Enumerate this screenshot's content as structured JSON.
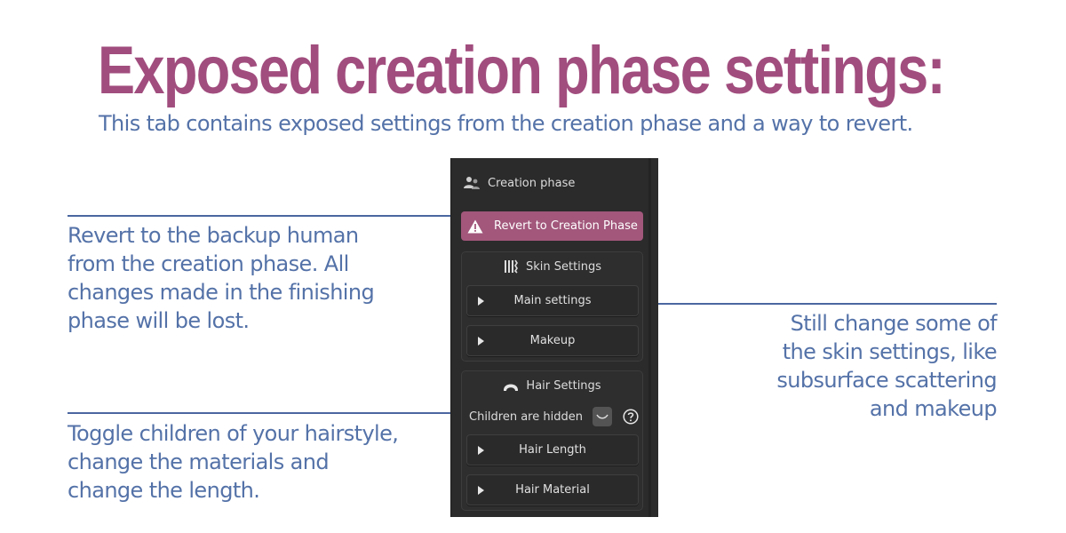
{
  "title": "Exposed creation phase settings:",
  "subtitle": "This tab contains exposed settings from the creation phase and a way to revert.",
  "annotations": {
    "revert": [
      "Revert to the backup human",
      "from the creation phase. All",
      "changes made in the finishing",
      "phase will be lost."
    ],
    "hair": [
      "Toggle children of your hairstyle,",
      "change the materials and",
      "change the length."
    ],
    "skin": [
      "Still change some of",
      "the skin settings, like",
      "subsurface scattering",
      "and makeup"
    ]
  },
  "panel": {
    "header": {
      "label": "Creation phase",
      "icon": "people-icon"
    },
    "revert_button": {
      "label": "Revert to Creation Phase",
      "icon": "warning-icon",
      "color": "#a2577b"
    },
    "skin_settings": {
      "title": "Skin Settings",
      "icon": "skin-icon",
      "subpanels": [
        "Main settings",
        "Makeup"
      ]
    },
    "hair_settings": {
      "title": "Hair Settings",
      "icon": "hair-icon",
      "children_label": "Children are hidden",
      "subpanels": [
        "Hair Length",
        "Hair Material"
      ]
    }
  },
  "colors": {
    "title": "#a14d7e",
    "text": "#5472a8",
    "panel_bg": "#2b2b2b"
  }
}
